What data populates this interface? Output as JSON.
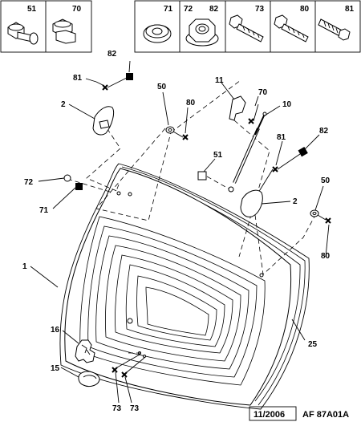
{
  "legend_boxes": {
    "left": [
      "51",
      "70"
    ],
    "right": [
      "71",
      "72",
      "82",
      "73",
      "80",
      "81"
    ]
  },
  "callouts": {
    "c1": "1",
    "c2a": "2",
    "c2b": "2",
    "c10": "10",
    "c11": "11",
    "c15": "15",
    "c16": "16",
    "c25": "25",
    "c50a": "50",
    "c50b": "50",
    "c51": "51",
    "c70": "70",
    "c71": "71",
    "c72": "72",
    "c73a": "73",
    "c73b": "73",
    "c80a": "80",
    "c80b": "80",
    "c81a": "81",
    "c81b": "81",
    "c82a": "82",
    "c82b": "82"
  },
  "footer": {
    "date": "11/2006",
    "code": "AF 87A01A"
  }
}
